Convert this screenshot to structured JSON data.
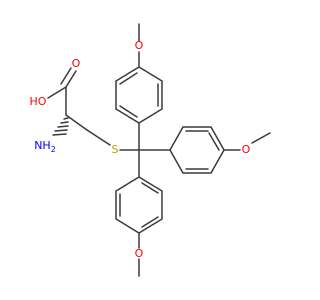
{
  "diagram": {
    "type": "chemical-structure",
    "colors": {
      "background": "#ffffff",
      "bond": "#3a3a3a",
      "carbon_label": "#3a3a3a",
      "oxygen_label": "#ff0000",
      "nitrogen_label": "#0000ff",
      "sulfur_label": "#b5a000"
    },
    "atom_labels": {
      "methoxy_o_top": "O",
      "methoxy_o_right": "O",
      "methoxy_o_bottom": "O",
      "hydroxyl": "HO",
      "carbonyl_o": "O",
      "amine": "NH",
      "amine_subscript": "2",
      "sulfur": "S"
    },
    "stereo": {
      "wedge": "hashed"
    }
  }
}
